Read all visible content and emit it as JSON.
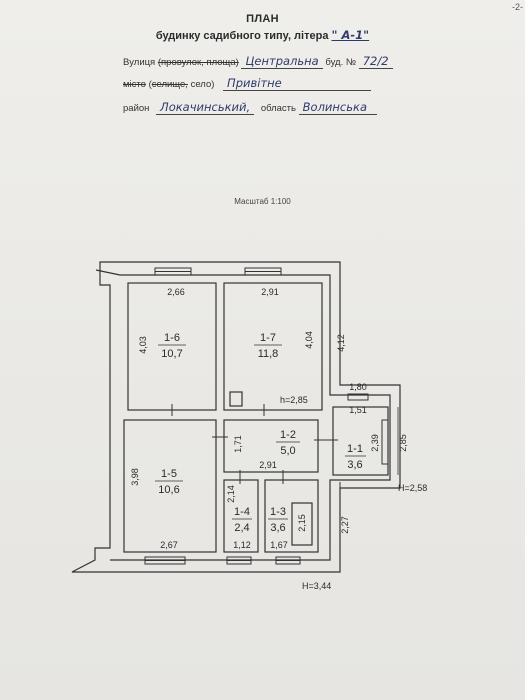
{
  "page_number": "-2-",
  "header": {
    "title": "ПЛАН",
    "subtitle_prefix": "будинку садибного типу, літера",
    "litera": "\" А-1\""
  },
  "address": {
    "street_label": "Вулиця",
    "street_options_struck": "(провулок, площа)",
    "street_value": "Центральна",
    "house_label": "буд. №",
    "house_value": "72/2",
    "city_label_struck": "місто",
    "settlement_options": "(селище, село)",
    "settlement_struck": "селище,",
    "settlement_plain": "село)",
    "settlement_value": "Привітне",
    "district_label": "район",
    "district_value": "Локачинський,",
    "oblast_label": "область",
    "oblast_value": "Волинська"
  },
  "scale": "Масштаб 1:100",
  "rooms": [
    {
      "id": "1-6",
      "area": "10,7"
    },
    {
      "id": "1-7",
      "area": "11,8"
    },
    {
      "id": "1-2",
      "area": "5,0"
    },
    {
      "id": "1-1",
      "area": "3,6"
    },
    {
      "id": "1-5",
      "area": "10,6"
    },
    {
      "id": "1-4",
      "area": "2,4"
    },
    {
      "id": "1-3",
      "area": "3,6"
    }
  ],
  "dimensions": {
    "top_left_width": "2,66",
    "top_mid_width": "2,91",
    "room16_height": "4,03",
    "room17_height": "4,04",
    "outer_right_height": "4,12",
    "ceiling_height": "h=2,85",
    "porch_width": "1,80",
    "porch_inner": "1,51",
    "porch_height_inner": "2,39",
    "porch_height_outer": "2,85",
    "corridor_height": "1,71",
    "corridor_width": "2,91",
    "room15_height": "3,98",
    "room15_width": "2,67",
    "room14_height": "2,14",
    "room14_width": "1,12",
    "room13_width": "1,67",
    "room13_inner": "2,15",
    "right_lower_height": "2,27",
    "porch_h": "H=2,58",
    "building_h": "H=3,44"
  }
}
